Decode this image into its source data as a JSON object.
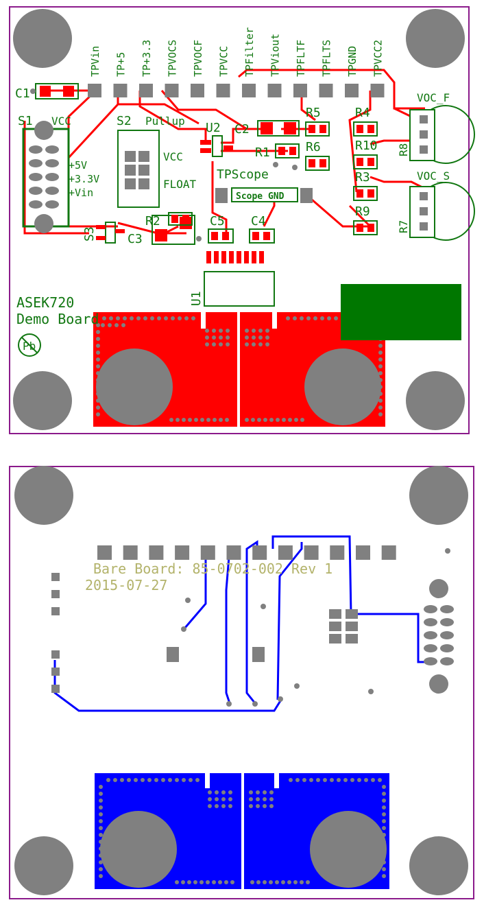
{
  "top": {
    "tp_labels": [
      "TPVin",
      "TP+5",
      "TP+3.3",
      "TPVOCS",
      "TPVOCF",
      "TPVCC",
      "TPFilter",
      "TPViout",
      "TPFLTF",
      "TPFLTS",
      "TPGND",
      "TPVCC2"
    ],
    "c1": "C1",
    "s1": "S1",
    "s1_vcc": "VCC",
    "s1_5v": "+5V",
    "s1_33v": "+3.3V",
    "s1_vin": "+Vin",
    "s2": "S2",
    "s2_pullup": "Pullup",
    "s2_vcc": "VCC",
    "s2_float": "FLOAT",
    "u2": "U2",
    "c2": "C2",
    "r1": "R1",
    "r5": "R5",
    "r6": "R6",
    "r4": "R4",
    "r10": "R10",
    "r3": "R3",
    "r9": "R9",
    "r8": "R8",
    "r7": "R7",
    "voc_f": "VOC_F",
    "voc_s": "VOC_S",
    "tpscope": "TPScope",
    "scope_gnd": "Scope GND",
    "s3": "S3",
    "c3": "C3",
    "r2": "R2",
    "c5": "C5",
    "c4": "C4",
    "u1": "U1",
    "board_line1": "ASEK720",
    "board_line2": "Demo Board",
    "pb": "Pb"
  },
  "bottom": {
    "line1": "Bare Board: 85-0702-002 Rev 1",
    "line2": "2015-07-27"
  },
  "colors": {
    "outline": "#8b1a8b",
    "silk": "#117711",
    "top_copper": "#ff0000",
    "bottom_copper": "#0000ff",
    "pad": "#808080",
    "bottom_silk": "#b3b36b",
    "green_fill": "#007700"
  }
}
